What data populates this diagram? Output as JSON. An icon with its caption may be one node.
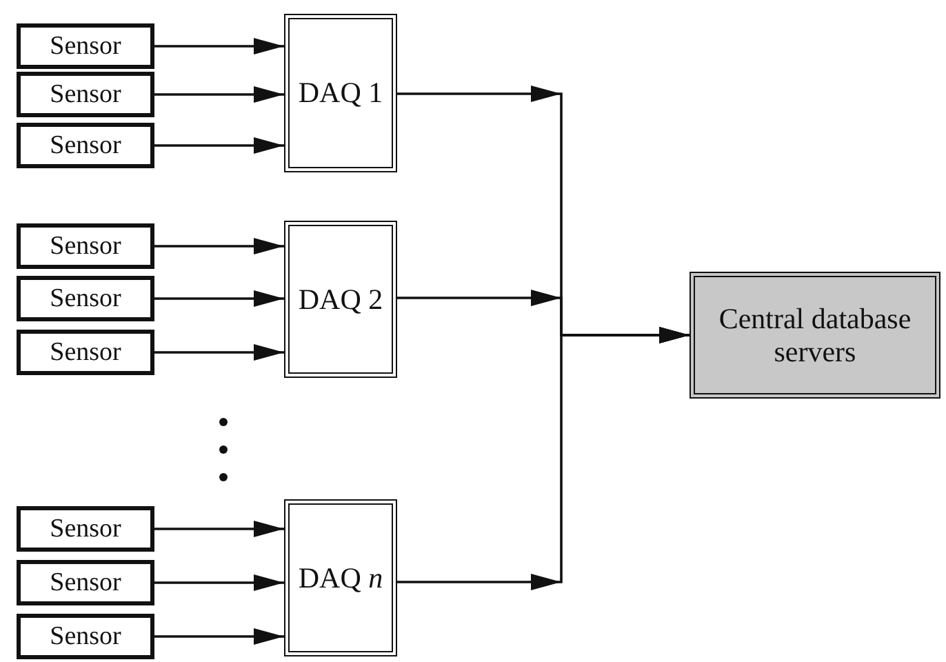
{
  "diagram": {
    "nodes": [
      {
        "text": [
          "Sensor"
        ]
      },
      {
        "text": [
          "Sensor"
        ]
      },
      {
        "text": [
          "Sensor"
        ]
      },
      {
        "text": [
          "DAQ 1"
        ]
      },
      {
        "text": [
          "Sensor"
        ]
      },
      {
        "text": [
          "Sensor"
        ]
      },
      {
        "text": [
          "Sensor"
        ]
      },
      {
        "text": [
          "DAQ 2"
        ]
      },
      {
        "text": [
          "Sensor"
        ]
      },
      {
        "text": [
          "Sensor"
        ]
      },
      {
        "text": [
          "Sensor"
        ]
      },
      {
        "text": [
          "DAQ *n*"
        ]
      },
      {
        "text": [
          "Central database servers"
        ]
      }
    ],
    "edges": [
      {
        "from": 0,
        "to": 3,
        "arrow": "to"
      },
      {
        "from": 1,
        "to": 3,
        "arrow": "to"
      },
      {
        "from": 2,
        "to": 3,
        "arrow": "to"
      },
      {
        "from": 4,
        "to": 7,
        "arrow": "to"
      },
      {
        "from": 5,
        "to": 7,
        "arrow": "to"
      },
      {
        "from": 6,
        "to": 7,
        "arrow": "to"
      },
      {
        "from": 8,
        "to": 11,
        "arrow": "to"
      },
      {
        "from": 9,
        "to": 11,
        "arrow": "to"
      },
      {
        "from": 10,
        "to": 11,
        "arrow": "to"
      },
      {
        "from": 3,
        "to": 12,
        "arrow": "to"
      },
      {
        "from": 7,
        "to": 12,
        "arrow": "to"
      },
      {
        "from": 11,
        "to": 12,
        "arrow": "to"
      }
    ]
  }
}
